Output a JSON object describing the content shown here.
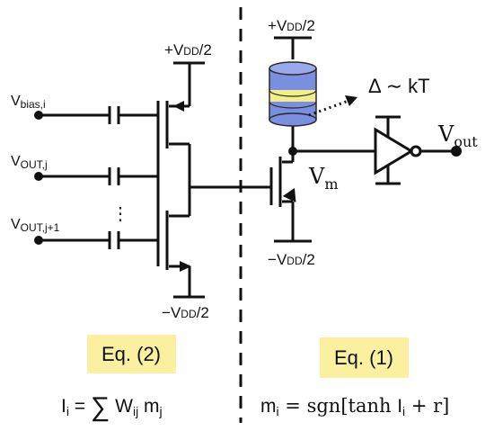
{
  "left": {
    "vdd_top": {
      "sign": "+",
      "main": "V",
      "sub": "DD",
      "tail": "/2"
    },
    "vdd_bottom": {
      "sign": "−",
      "main": "V",
      "sub": "DD",
      "tail": "/2"
    },
    "inputs": [
      {
        "main": "V",
        "sub": "bias,i"
      },
      {
        "main": "V",
        "sub": "OUT,j"
      },
      {
        "main": "V",
        "sub": "OUT,j+1"
      }
    ],
    "ellipsis": "⋮",
    "eq_label": "Eq. (2)",
    "formula": {
      "lhs": "I",
      "lhs_sub": "i",
      "eq": " = ",
      "sum": "∑",
      "w": " W",
      "w_sub": "ij",
      "m": "  m",
      "m_sub": "j"
    }
  },
  "right": {
    "vdd_top": {
      "sign": "+",
      "main": "V",
      "sub": "DD",
      "tail": "/2"
    },
    "vdd_bottom": {
      "sign": "−",
      "main": "V",
      "sub": "DD",
      "tail": "/2"
    },
    "delta_label": "Δ ∼ kT",
    "vm": {
      "main": "V",
      "sub": "m"
    },
    "vout": {
      "main": "V",
      "sub": "out"
    },
    "eq_label": "Eq. (1)",
    "formula": {
      "m": "m",
      "m_sub": "i",
      "eq": " = sgn[tanh ",
      "i": "I",
      "i_sub": "i",
      "tail": " + r]"
    }
  },
  "colors": {
    "stroke": "#111111",
    "highlight": "#fbf0a0",
    "disk_blue": "#7b8fe0",
    "disk_yellow": "#f4ee8a",
    "disk_edge": "#2a2a2a"
  }
}
